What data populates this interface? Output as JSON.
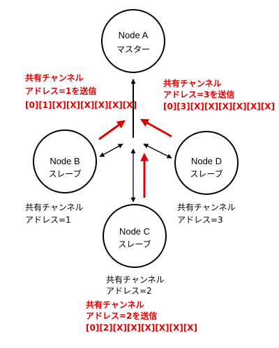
{
  "nodes": {
    "a": {
      "name": "Node A",
      "role": "マスター"
    },
    "b": {
      "name": "Node B",
      "role": "スレーブ"
    },
    "c": {
      "name": "Node C",
      "role": "スレーブ"
    },
    "d": {
      "name": "Node D",
      "role": "スレーブ"
    }
  },
  "slave_address_labels": {
    "b": {
      "line1": "共有チャンネル",
      "line2": "アドレス=1"
    },
    "c": {
      "line1": "共有チャンネル",
      "line2": "アドレス=2"
    },
    "d": {
      "line1": "共有チャンネル",
      "line2": "アドレス=3"
    }
  },
  "send_labels": {
    "b": {
      "line1": "共有チャンネル",
      "line2": "アドレス=1を送信",
      "line3": "[0][1][X][X][X][X][X][X]"
    },
    "c": {
      "line1": "共有チャンネル",
      "line2": "アドレス=2を送信",
      "line3": "[0][2][X][X][X][X][X][X]"
    },
    "d": {
      "line1": "共有チャンネル",
      "line2": "アドレス=3を送信",
      "line3": "[0][3][X][X][X][X][X][X]"
    }
  },
  "colors": {
    "send_text": "#e10000",
    "send_arrow": "#e10000",
    "line": "#000000"
  }
}
